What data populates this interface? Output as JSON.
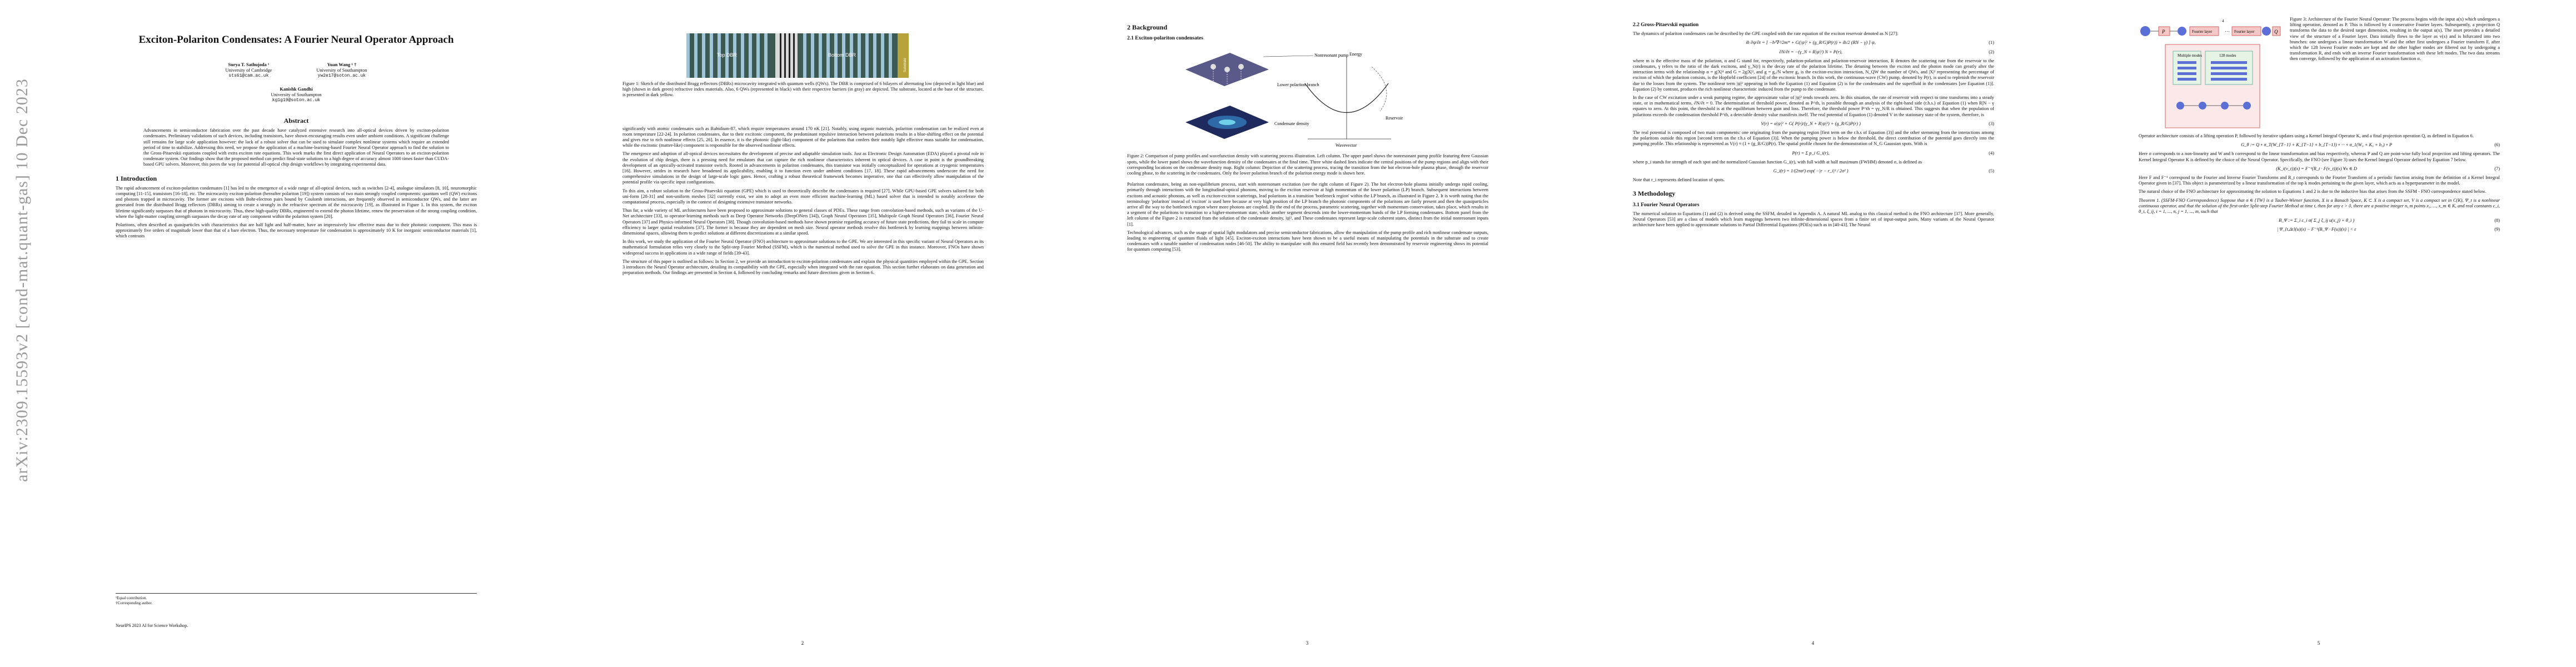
{
  "sidebar": {
    "arxiv_id": "arXiv:2309.15593v2  [cond-mat.quant-gas]  10 Dec 2023"
  },
  "page1": {
    "title": "Exciton-Polariton Condensates: A Fourier Neural Operator Approach",
    "author1": {
      "name": "Surya T. Sathujoda ¹",
      "aff": "University of Cambridge",
      "email": "sts61@cam.ac.uk"
    },
    "author2": {
      "name": "Yuan Wang ¹ †",
      "aff": "University of Southampton",
      "email": "yw2e17@soton.ac.uk"
    },
    "author3": {
      "name": "Kanishk Gandhi",
      "aff": "University of Southampton",
      "email": "kg1g19@soton.ac.uk"
    },
    "abstract_heading": "Abstract",
    "abstract": "Advancements in semiconductor fabrication over the past decade have catalyzed extensive research into all-optical devices driven by exciton-polariton condensates. Preliminary validations of such devices, including transistors, have shown encouraging results even under ambient conditions. A significant challenge still remains for large scale application however: the lack of a robust solver that can be used to simulate complex nonlinear systems which require an extended period of time to stabilize. Addressing this need, we propose the application of a machine-learning-based Fourier Neural Operator approach to find the solution to the Gross-Pitaevskii equations coupled with extra exciton rate equations. This work marks the first direct application of Neural Operators to an exciton-polariton condensate system. Our findings show that the proposed method can predict final-state solutions to a high degree of accuracy almost 1000 times faster than CUDA-based GPU solvers. Moreover, this paves the way for potential all-optical chip design workflows by integrating experimental data.",
    "intro_heading": "1   Introduction",
    "intro_p1": "The rapid advancement of exciton-polariton condensates [1] has led to the emergence of a wide range of all-optical devices, such as switches [2-4], analogue simulators [8, 10], neuromorphic computing [11-15], transistors [16-18], etc. The microcavity exciton-polariton (hereafter polariton [19]) system consists of two main strongly coupled components: quantum well (QW) excitons and photons trapped in microcavity. The former are excitons with Bohr-electron pairs bound by Coulomb interactions, are frequently observed in semiconductor QWs, and the latter are generated from the distributed Bragg reflectors (DBRs) aiming to create a strongly in the refractive spectrum of the microcavity [19], as illustrated in Figure 1. In this system, the exciton lifetime significantly surpasses that of photons in microcavity. Thus, these high-quality DBRs, engineered to extend the photon lifetime, renew the preservation of the strong coupling condition, where the light-matter coupling strength surpasses the decay rate of any component within the polariton system [20].",
    "intro_p2": "Polaritons, often described as quasiparticles with characteristics that are half light and half-matter, have an impressively low effective mass due to their photonic component. This mass is approximately five orders of magnitude lower than that of a bare electron. Thus, the necessary temperature for condensation is approximately 10 K for inorganic semiconductor materials [1], which contrasts",
    "footnote1": "¹Equal contribution.",
    "footnote2": "†Corresponding author.",
    "venue": "NeurIPS 2023 AI for Science Workshop.",
    "page_number": ""
  },
  "page2": {
    "fig_label_top": "Top DBR",
    "fig_label_bottom": "Bottom DBR",
    "fig_label_sub": "Substrate",
    "caption": "Figure 1: Sketch of the distributed Bragg reflectors (DBRs) microcavity integrated with quantum wells (QWs). The DBR is comprised of 6 bilayers of alternating low (depicted in light blue) and high (shown in dark green) refractive index materials. Also, 6 QWs (represented in black) with their respective barriers (in gray) are depicted. The substrate, located at the base of the structure, is presented in dark yellow.",
    "p1": "significantly with atomic condensates such as Rubidium-87, which require temperatures around 170 nK [21]. Notably, using organic materials, polariton condensation can be realized even at room temperature [22-24]. In polariton condensates, due to their excitonic component, the predominant repulsive interaction between polaritons results in a blue-shifting effect on the potential and gives rise to rich nonlinear effects [25, 26]. In essence, it is the photonic (light-like) component of the polaritons that confers their notably light effective mass suitable for condensation, while the excitonic (matter-like) component is responsible for the observed nonlinear effects.",
    "p2": "The emergence and adoption of all-optical devices necessitates the development of precise and adaptable simulation tools. Just as Electronic Design Automation (EDA) played a pivotal role in the evolution of chip design, there is a pressing need for emulators that can capture the rich nonlinear characteristics inherent in optical devices. A case in point is the groundbreaking development of an optically-activated transistor switch. Rooted in advancements in polariton condensates, this transistor was initially conceptualized for operations at cryogenic temperatures [16]. However, strides in research have broadened its applicability, enabling it to function even under ambient conditions [17, 18]. These rapid advancements underscore the need for comprehensive simulations in the design of large-scale logic gates. Hence, crafting a robust theoretical framework becomes imperative, one that can effectively allow manipulation of the potential profile via specific input configurations.",
    "p3": "To this aim, a robust solution to the Gross-Pitaevskii equation (GPE) which is used to theoretically describe the condensates is required [27]. While GPU-based GPE solvers tailored for both uni-form [28-31] and non-uniform meshes [32] currently exist, we aim to adopt an even more efficient machine-learning (ML) based solver that is intended to notably accelerate the computational process, especially in the context of designing extensive transistor networks.",
    "p4": "Thus far, a wide variety of ML architectures have been proposed to approximate solutions to general classes of PDEs. These range from convolution-based methods, such as variants of the U-Net architecture [33], to operator-learning methods such as Deep Operator Networks (DeepONets [34]), Graph Neural Operators [35], Multipole Graph Neural Operators [36], Fourier Neural Operators [37] and Physics-informed Neural Operators [38]. Though convolution-based methods have shown promise regarding accuracy of future state predictions, they fail to scale in compute efficiency to larger spatial resolutions [37]. The former is because they are dependent on mesh size. Neural operator methods resolve this bottleneck by learning mappings between infinite-dimensional spaces, allowing them to predict solutions at different discretizations at a similar speed.",
    "p5": "In this work, we study the application of the Fourier Neural Operator (FNO) architecture to approximate solutions to the GPE. We are interested in this specific variant of Neural Operators as its mathematical formulation relies very closely to the Split-step Fourier Method (SSFM), which is the numerical method used to solve the GPE in this instance. Moreover, FNOs have shown widespread success in applications in a wide range of fields [39-43].",
    "p6": "The structure of this paper is outlined as follows: In Section 2, we provide an introduction to exciton-polariton condensates and explain the physical quantities employed within the GPE. Section 3 introduces the Neural Operator architecture, detailing its compatibility with the GPE, especially when integrated with the rate equation. This section further elaborates on data generation and preparation methods. Our findings are presented in Section 4, followed by concluding remarks and future directions given in Section 6.",
    "page_number": "2"
  },
  "page3": {
    "heading": "2   Background",
    "sub": "2.1   Exciton-polariton condensates",
    "fig_labels": [
      "Nonresonant pump",
      "Energy",
      "Lower polariton branch",
      "Condensate density",
      "Reservoir",
      "Wavevector"
    ],
    "caption": "Figure 2: Comparison of pump profiles and wavefunction density with scattering process illustration. Left column. The upper panel shows the nonresonant pump profile featuring three Gaussian spots, while the lower panel shows the wavefunction density of the condensates at the final time. Three white dashed lines indicate the central positions of the pump regions and align with their corresponding locations on the condensate density map. Right column: Depiction of the scattering process, tracing the transition from the hot electron-hole plasma phase, through the reservoir cooling phase, to the scattering in the condensates. Only the lower polariton branch of the polariton energy mode is shown here.",
    "p1": "Polariton condensates, being an non-equilibrium process, start with nonresonant excitation (see the right column of Figure 2). The hot electron-hole plasma initially undergo rapid cooling, primarily through interactions with the longitudinal-optical phonons, moving to the exciton reservoir at high momentum of the lower polariton (LP) branch. Subsequent interactions between excitons and acoustic phonons, as well as exciton-exciton scatterings, lead polaritons in a transition 'bottleneck region' within the LP branch, as illustrated in Figure 2. It is worth noting that the terminology 'polariton' instead of 'exciton' is used here because at very high position of the LP branch the photonic components of the polaritons are fairly present and then the quasiparticles arrive all the way to the bottleneck region where more photons are coupled. By the end of the process, parametric scattering, together with momentum conservation, takes place, which results in a segment of the polaritons to transition to a higher-momentum state, while another segment descends into the lower-momentum bands of the LP forming condensates. Bottom panel from the left column of the Figure 2 is extracted from the solution of the condensate density, |ψ|², and These condensates represent large-scale coherent states, distinct from the initial nonresonant inputs [1].",
    "p2": "Technological advances, such as the usage of spatial light modulators and precise semiconductor fabrications, allow the manipulation of the pump profile and rich nonlinear condensate outputs, leading to engineering of quantum fluids of light [45]. Exciton-exciton interactions have been shown to be a useful means of manipulating the potentials in the substrate and to create condensates with a tunable number of condensation nodes [46-50]. The ability to manipulate with this ensured field has recently been demonstrated by reservoir engineering shows its potential for quantum computing [53].",
    "page_number": "3"
  },
  "page4": {
    "sub": "2.2   Gross-Pitaevskii equation",
    "p1": "The dynamics of polariton condensates can be described by the GPE coupled with the rate equation of the exciton reservoir denoted as N [27]:",
    "eq1": "iħ ∂ψ/∂t = [ −ħ²∇²/2m* + G(|ψ|² + (g_R/G)P(r)) + iħ/2 (RN − γ) ] ψ,",
    "eq1_num": "(1)",
    "eq2": "∂N/∂t = −(γ_N + R|ψ|²) N + P(r),",
    "eq2_num": "(2)",
    "p2": "where m is the effective mass of the polariton, α and G stand for, respectively, polariton-polariton and polariton-reservoir interaction, R denotes the scattering rate from the reservoir to the condensates, γ refers to the ratio of the dark excitons, and γ_N(r) is the decay rate of the polariton lifetime. The detuning between the exciton and the photon mode can greatly alter the interaction terms with the relationship α = g|X|⁴ and G = 2g|X|², and g = g₀/N where g₀ is the exciton-exciton interaction, N_QW the number of QWs, and |X|² representing the percentage of exciton of which the polariton consists, is the Hopfield coefficient [24] of the excitonic branch. In this work, the continuous-wave (CW) pump, denoted by P(r), is used to replenish the reservoir due to the losses from the system. The nonlinear term |ψ|² appearing in both the Equation (1) and Equation (2) is for the condensates and the superfluid in the condensates [see Equation (1)]. Equation (2) by contrast, produces the rich nonlinear characteristic induced from the pump to the condensate.",
    "p3": "In the case of CW excitation under a weak pumping regime, the approximate value of |ψ|² tends towards zero. In this situation, the rate of reservoir with respect to time transforms into a steady state, or in mathematical terms, ∂N/∂t = 0. The determination of threshold power, denoted as P^th, is possible through an analysis of the right-hand side (r.h.s.) of Equation (1) when R|N − γ equates to zero. At this point, the threshold is at the equilibrium between gain and loss. Therefore, the threshold power P^th = γγ_N/R is obtained. This suggests that when the population of polaritons exceeds the condensation threshold P^th, a detectable density value manifests itself. The real potential of Equation (1) denoted V in the stationary state of the system, therefore, is",
    "eq3": "V(r) = α|ψ|² + G( P(r)/(γ_N + R|ψ|²) + (g_R/G)P(r) )",
    "eq3_num": "(3)",
    "p4": "The real potential is composed of two main components: one originating from the pumping region [first term on the r.h.s of Equation (3)] and the other stemming from the interactions among the polaritons outside this region [second term on the r.h.s of Equation (3)]. When the pumping power is below the threshold, the direct contribution of the potential goes directly into the pumping profile. This relationship is represented as V(r) ≈ (1 + (g_R/G))P(r). The spatial profile chosen for the demonstration of N_G Gaussian spots. With is",
    "eq4": "P(r) = Σ p_i G_i(r),",
    "eq4_num": "(4)",
    "p5": "where p_i stands for strength of each spot and the normalized Gaussian function G_i(r), with full width at half maximum (FWHM) denoted σ, is defined as",
    "eq5": "G_i(r) = 1/(2πσ²) exp( −|r − r_i|² / 2σ² )",
    "eq5_num": "(5)",
    "p6": "Note that r_i represents defined location of spots.",
    "heading2": "3   Methodology",
    "sub2": "3.1   Fourier Neural Operators",
    "p7": "The numerical solution to Equations (1) and (2) is derived using the SSFM, detailed in Appendix A. A natural ML analog to this classical method is the FNO architecture [37]. More generally, Neural Operators [53] are a class of models which learn mappings between two infinite-dimensional spaces from a finite set of input-output pairs. Many variants of the Neural Operator architecture have been applied to approximate solutions to Partial Differential Equations (PDEs) such as in [40-43]. The Neural",
    "page_number": "4"
  },
  "page5": {
    "fig_lift": "P",
    "fig_fl1": "Fourier layer",
    "fig_fl2": "Fourier layer",
    "fig_proj": "Q",
    "fig_multi": "Multiple modes",
    "fig_modes": "128 modes",
    "fig_top_label": "4",
    "caption": "Figure 3: Architecture of the Fourier Neural Operator: The process begins with the input a(x) which undergoes a lifting operation, denoted as P. This is followed by 4 consecutive Fourier layers. Subsequently, a projection Q transforms the data to the desired target dimension, resulting in the output u(x). The inset provides a detailed view of the structure of a Fourier layer. Data initially flows to the layer as v(x) and is bifurcated into two branches: one undergoes a linear transformation W and the other first undergoes a Fourier transform F, after which the 128 lowest Fourier modes are kept and the other higher modes are filtered out by undergoing a transformation R, and ends with an inverse Fourier transformation with these left modes. The two data streams then converge, followed by the application of an activation function σ.",
    "p1": "Operator architecture consists of a lifting operation P, followed by iterative updates using a Kernel Integral Operator K, and a final projection operation Q, as defined in Equation 6.",
    "eq6": "G_θ := Q ∘ σ_T(W_{T−1} + K_{T−1} + b_{T−1}) ∘ ··· ∘ σ_1(W₀ + K₀ + b₀) ∘ P",
    "eq6_num": "(6)",
    "p2": "Here σ corresponds to a non-linearity and W and b correspond to the linear transformation and bias respectively, whereas P and Q are point-wise fully local projection and lifting operators. The Kernel Integral Operator K is defined by the choice of the Neural Operator. Specifically, the FNO (see Figure 3) uses the Kernel Integral Operator defined by Equation 7 below.",
    "eq7": "(K_t(v_t))(x) = F⁻¹(R_t · F(v_t))(x)     ∀x ∈ D",
    "eq7_num": "(7)",
    "p3": "Here F and F⁻¹ correspond to the Fourier and Inverse Fourier Transforms and R_t corresponds to the Fourier Transform of a periodic function arising from the definition of a Kernel Integral Operator given in [37]. This object is parameterized by a linear transformation of the top k modes pertaining to the given layer, which acts as a hyperparameter in the model.",
    "p4": "The natural choice of the FNO architecture for approximating the solution to Equations 1 and 2 is due to the inductive bias that arises from the SSFM - FNO correspondence stated below.",
    "thm": "Theorem 1. (SSFM-FNO Correspondence) Suppose that σ ∈ {TW} is a Tauber-Wiener function, X is a Banach Space, K ⊂ X is a compact set, V is a compact set in C(K), Ψ_t is a nonlinear continuous operator, and that the solution of the first-order Split-step Fourier Method at time t, then for any ε > 0, there are a positive integer n, m points x₁, ..., x_m ∈ K, and real constants c_i, θ_i, ξ_ij, i = 1, ..., n, j = 1, ..., m, such that",
    "eq8_num": "(8)",
    "eq9_num": "(9)",
    "page_number": "5"
  }
}
